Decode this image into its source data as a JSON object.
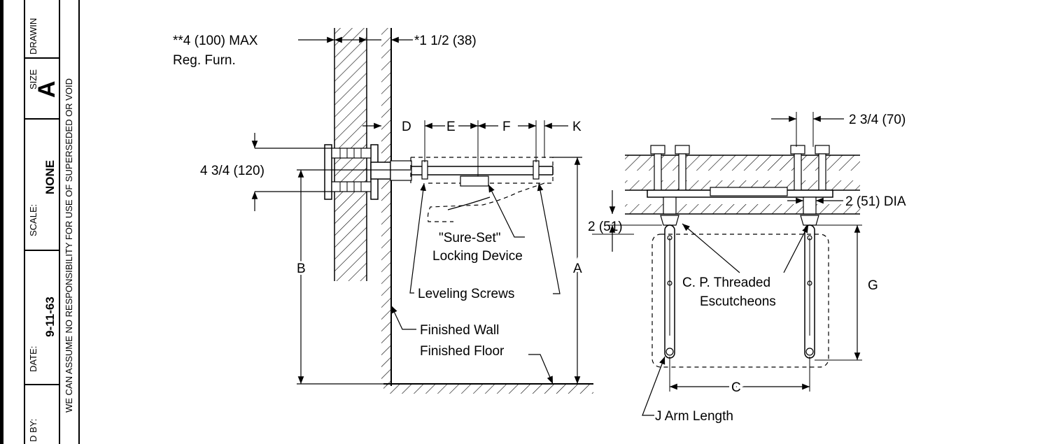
{
  "title_block": {
    "drawing_label": "DRAWIN",
    "size_label": "SIZE",
    "size_value": "A",
    "scale_label": "SCALE:",
    "scale_value": "NONE",
    "date_label": "DATE:",
    "date_value": "9-11-63",
    "by_label": "D BY:",
    "disclaimer": "WE CAN ASSUME NO RESPONSIBILITY FOR USE OF SUPERSEDED OR VOID"
  },
  "side_view": {
    "max_reg_furn_line1": "**4 (100) MAX",
    "max_reg_furn_line2": "Reg. Furn.",
    "dim_1_5": "*1 1/2 (38)",
    "dim_4_75": "4 3/4 (120)",
    "label_D": "D",
    "label_E": "E",
    "label_F": "F",
    "label_K": "K",
    "label_A": "A",
    "label_B": "B",
    "sure_set_line1": "\"Sure-Set\"",
    "sure_set_line2": "Locking Device",
    "leveling_screws": "Leveling Screws",
    "finished_wall": "Finished Wall",
    "finished_floor": "Finished Floor"
  },
  "front_view": {
    "dim_2_75": "2 3/4 (70)",
    "dim_2_dia": "2 (51) DIA",
    "dim_2": "2 (51)",
    "escutcheons_line1": "C. P. Threaded",
    "escutcheons_line2": "Escutcheons",
    "label_G": "G",
    "label_C": "C",
    "arm_length": "J Arm Length"
  }
}
